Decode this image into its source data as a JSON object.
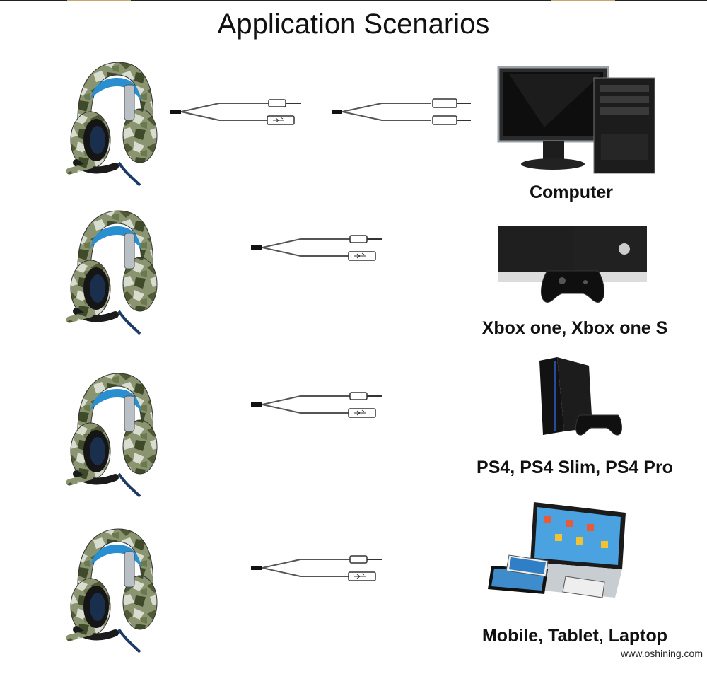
{
  "title": "Application Scenarios",
  "scenarios": [
    {
      "label": "Computer",
      "device_icon": "computer-icon",
      "cable": "dual-cable-with-splitter"
    },
    {
      "label": "Xbox one, Xbox one S",
      "device_icon": "xbox-console-icon",
      "cable": "usb-audio-cable"
    },
    {
      "label": "PS4, PS4 Slim, PS4 Pro",
      "device_icon": "ps4-console-icon",
      "cable": "usb-audio-cable"
    },
    {
      "label": "Mobile, Tablet, Laptop",
      "device_icon": "mobile-tablet-laptop-icon",
      "cable": "usb-audio-cable"
    }
  ],
  "watermark": "www.oshining.com",
  "colors": {
    "camo_green": "#6b7a4e",
    "camo_light": "#cfd4c6",
    "accent_blue": "#2a8fd0",
    "dark": "#1b1b1b"
  }
}
